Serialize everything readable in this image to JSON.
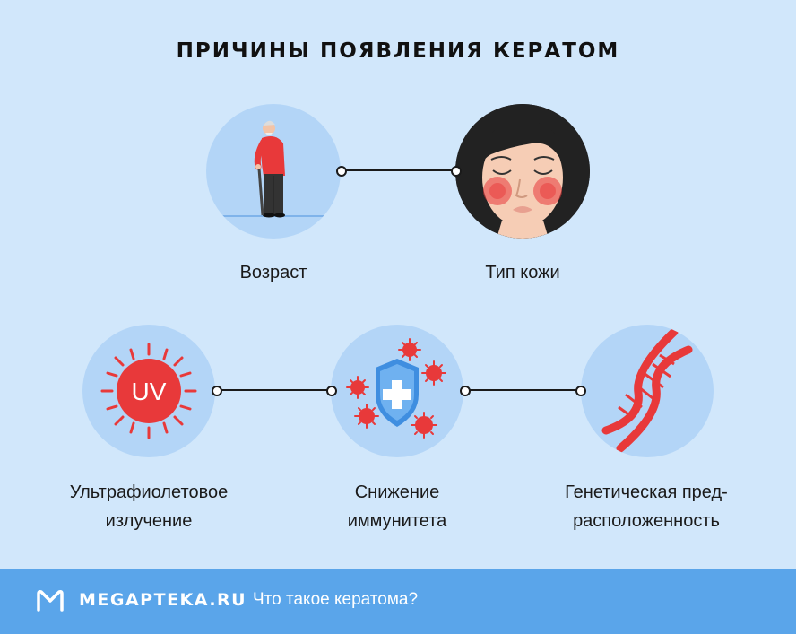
{
  "title": "ПРИЧИНЫ ПОЯВЛЕНИЯ КЕРАТОМ",
  "causes": {
    "age": "Возраст",
    "skin_type": "Тип кожи",
    "uv_line1": "Ультрафиолетовое",
    "uv_line2": "излучение",
    "immunity_line1": "Снижение",
    "immunity_line2": "иммунитета",
    "genetic_line1": "Генетическая пред-",
    "genetic_line2": "расположенность"
  },
  "uv_badge": "UV",
  "footer": {
    "brand": "MEGAPTEKA.RU",
    "tagline": "Что такое кератома?"
  },
  "colors": {
    "background": "#d1e7fb",
    "circle": "#b3d5f7",
    "accent_red": "#e8393a",
    "footer": "#5aa5ea"
  }
}
